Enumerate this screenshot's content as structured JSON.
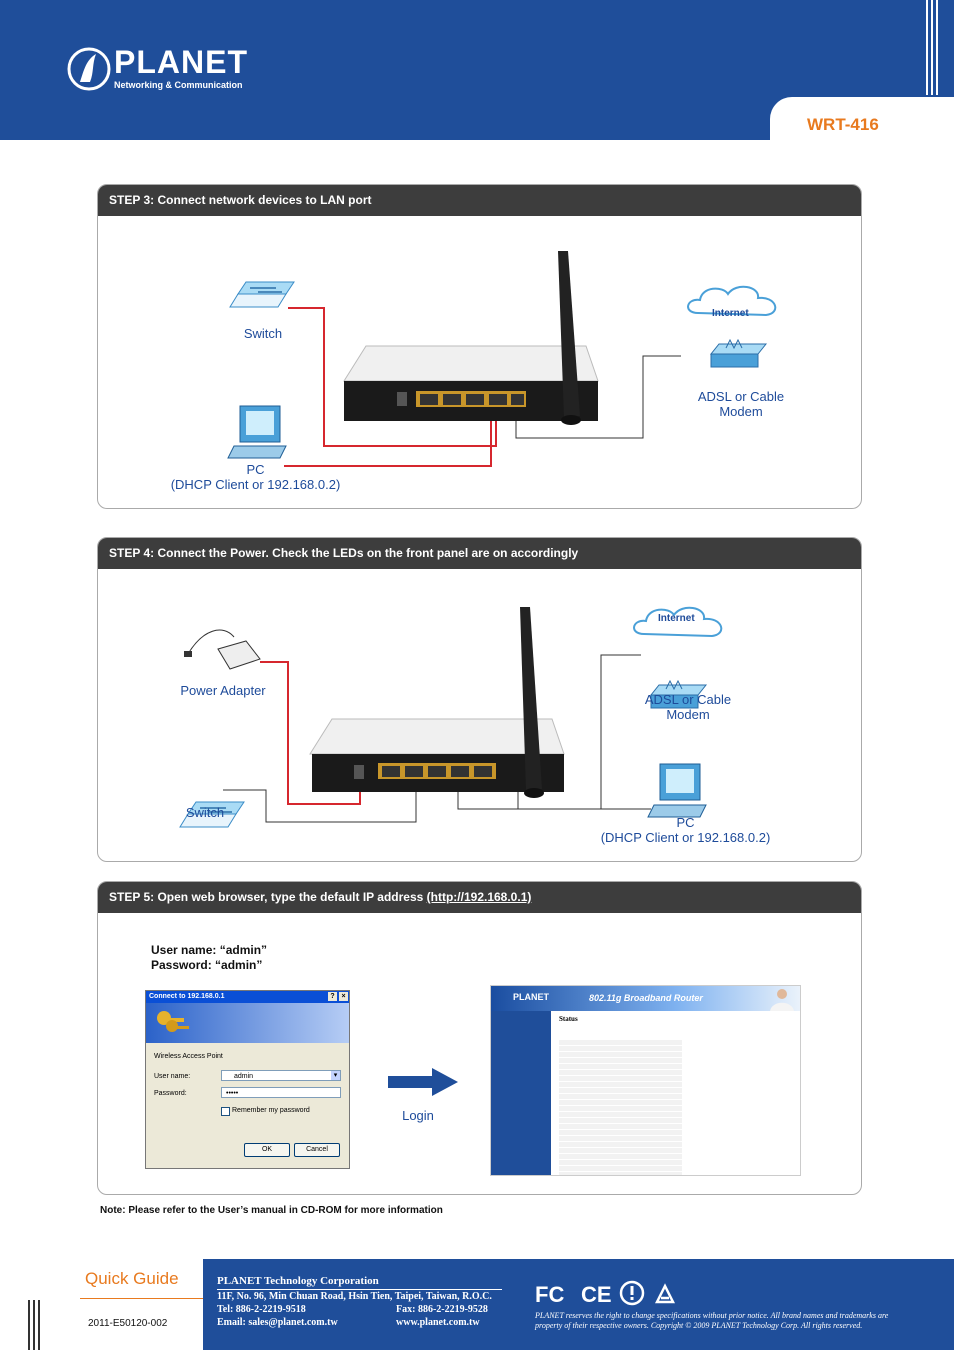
{
  "header": {
    "brand": "PLANET",
    "tagline": "Networking & Communication",
    "model": "WRT-416"
  },
  "step3": {
    "title": "STEP 3: Connect network devices to LAN port",
    "switch_label": "Switch",
    "pc_label": "PC",
    "pc_sub": "(DHCP Client or 192.168.0.2)",
    "internet_label": "Internet",
    "modem_label_1": "ADSL or Cable",
    "modem_label_2": "Modem"
  },
  "step4": {
    "title": "STEP 4: Connect the Power. Check the LEDs on the front panel are on accordingly",
    "power_label": "Power Adapter",
    "switch_label": "Switch",
    "pc_label": "PC",
    "pc_sub": "(DHCP Client or 192.168.0.2)",
    "internet_label": "Internet",
    "modem_label_1": "ADSL or Cable",
    "modem_label_2": "Modem"
  },
  "step5": {
    "title": "STEP 5: Open web browser, type the default IP address ",
    "url": "(http://192.168.0.1)",
    "username_line": "User name: “admin”",
    "password_line": "Password: “admin”",
    "dialog_title": "Connect to 192.168.0.1",
    "dialog_realm": "Wireless Access Point",
    "dialog_user_label": "User name:",
    "dialog_user_value": "admin",
    "dialog_pass_label": "Password:",
    "dialog_pass_value": "•••••",
    "dialog_remember": "Remember my password",
    "dialog_ok": "OK",
    "dialog_cancel": "Cancel",
    "login_label": "Login",
    "router_banner": "802.11g Broadband Router",
    "status_title": "Status"
  },
  "note": "Note:  Please refer to the User’s manual in CD-ROM for more information",
  "footer": {
    "quick_guide": "Quick Guide",
    "doc_code": "2011-E50120-002",
    "corp_name": "PLANET Technology Corporation",
    "address": "11F, No. 96, Min Chuan Road, Hsin Tien, Taipei, Taiwan, R.O.C.",
    "tel": "Tel: 886-2-2219-9518",
    "fax": "Fax: 886-2-2219-9528",
    "email": "Email: sales@planet.com.tw",
    "web": "www.planet.com.tw",
    "rights": "PLANET reserves the right to change specifications without prior notice.  All brand names and trademarks are property of their respective owners. Copyright © 2009 PLANET Technology Corp.  All rights reserved."
  },
  "colors": {
    "brand_blue": "#1f4e9a",
    "accent_orange": "#e87a1f",
    "cable_red": "#d6272e",
    "panel_head": "#3d3d3d"
  }
}
